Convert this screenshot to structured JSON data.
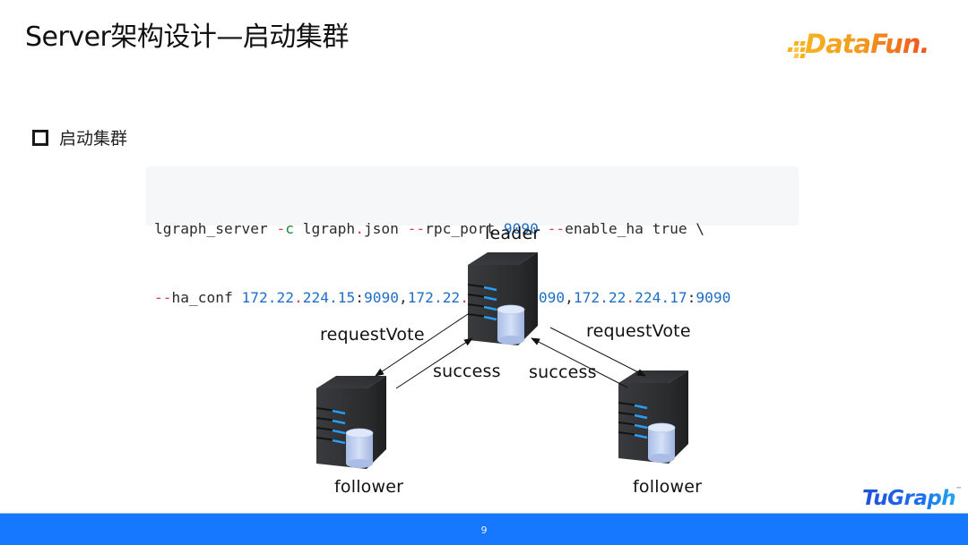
{
  "slide": {
    "title": "Server架构设计—启动集群",
    "section_heading": "启动集群",
    "page_number": "9"
  },
  "logos": {
    "top_right": "DataFun.",
    "bottom_right": "TuGraph",
    "bottom_right_tm": "™"
  },
  "code": {
    "line1": [
      {
        "t": "lgraph_server ",
        "c": "plain"
      },
      {
        "t": "-c",
        "c": "green-flag"
      },
      {
        "t": " lgraph",
        "c": "plain"
      },
      {
        "t": ".",
        "c": "red"
      },
      {
        "t": "json ",
        "c": "plain"
      },
      {
        "t": "--",
        "c": "red"
      },
      {
        "t": "rpc_port ",
        "c": "plain"
      },
      {
        "t": "9090",
        "c": "blue"
      },
      {
        "t": " ",
        "c": "plain"
      },
      {
        "t": "--",
        "c": "red"
      },
      {
        "t": "enable_ha true \\",
        "c": "plain"
      }
    ],
    "line2": [
      {
        "t": "--",
        "c": "red"
      },
      {
        "t": "ha_conf ",
        "c": "plain"
      },
      {
        "t": "172",
        "c": "blue"
      },
      {
        "t": ".",
        "c": "blue"
      },
      {
        "t": "22",
        "c": "blue"
      },
      {
        "t": ".",
        "c": "red"
      },
      {
        "t": "224.15",
        "c": "blue"
      },
      {
        "t": ":",
        "c": "plain"
      },
      {
        "t": "9090",
        "c": "blue"
      },
      {
        "t": ",",
        "c": "plain"
      },
      {
        "t": "172",
        "c": "blue"
      },
      {
        "t": ".",
        "c": "blue"
      },
      {
        "t": "22",
        "c": "blue"
      },
      {
        "t": ".",
        "c": "red"
      },
      {
        "t": "224.16",
        "c": "blue"
      },
      {
        "t": ":",
        "c": "plain"
      },
      {
        "t": "9090",
        "c": "blue"
      },
      {
        "t": ",",
        "c": "plain"
      },
      {
        "t": "172",
        "c": "blue"
      },
      {
        "t": ".",
        "c": "blue"
      },
      {
        "t": "22",
        "c": "blue"
      },
      {
        "t": ".",
        "c": "red"
      },
      {
        "t": "224.17",
        "c": "blue"
      },
      {
        "t": ":",
        "c": "plain"
      },
      {
        "t": "9090",
        "c": "blue"
      }
    ]
  },
  "diagram": {
    "nodes": {
      "leader": "leader",
      "follower_left": "follower",
      "follower_right": "follower"
    },
    "edges": {
      "request_vote_left": "requestVote",
      "request_vote_right": "requestVote",
      "success_left": "success",
      "success_right": "success"
    }
  },
  "colors": {
    "footer": "#1677ff",
    "code_red": "#d73a49",
    "code_blue": "#1f6fc5",
    "code_green": "#22863a",
    "led_blue": "#2a9df4"
  }
}
